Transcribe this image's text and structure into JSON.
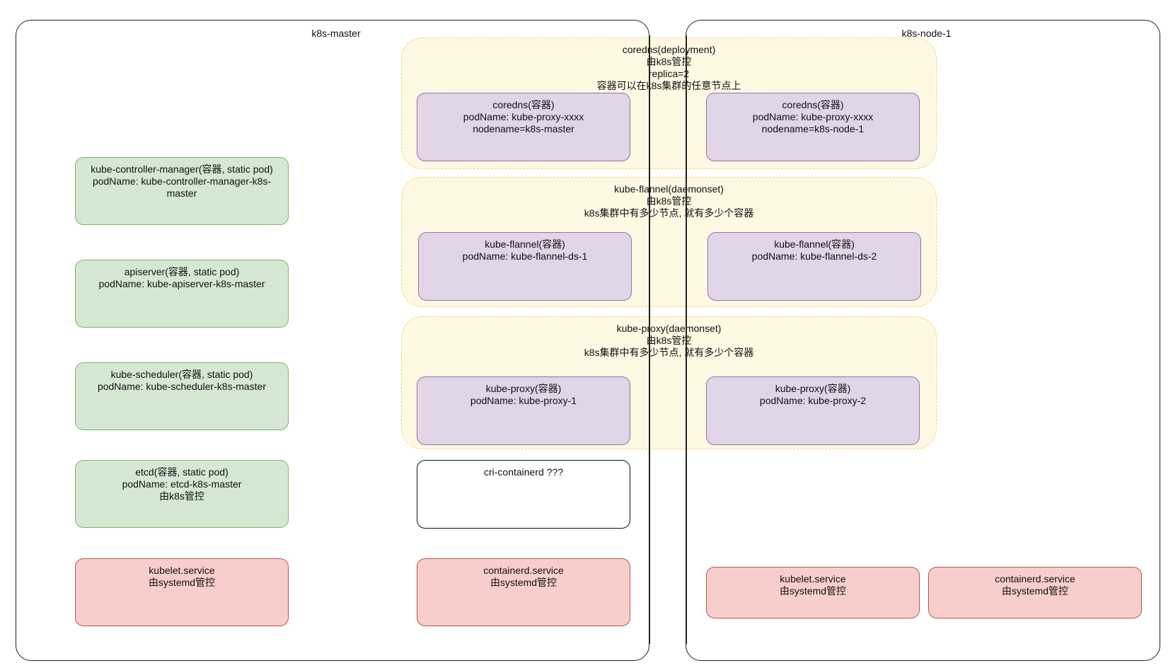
{
  "nodes": {
    "master": {
      "title": "k8s-master"
    },
    "node1": {
      "title": "k8s-node-1"
    }
  },
  "groups": {
    "coredns": {
      "lines": [
        "coredns(deployment)",
        "由k8s管控",
        "replica=2",
        "容器可以在k8s集群的任意节点上"
      ]
    },
    "flannel": {
      "lines": [
        "kube-flannel(daemonset)",
        "由k8s管控",
        "k8s集群中有多少节点, 就有多少个容器"
      ]
    },
    "proxy": {
      "lines": [
        "kube-proxy(daemonset)",
        "由k8s管控",
        "k8s集群中有多少节点, 就有多少个容器"
      ]
    }
  },
  "boxes": {
    "controller_manager": [
      "kube-controller-manager(容器, static pod)",
      "podName: kube-controller-manager-k8s-master"
    ],
    "apiserver": [
      "apiserver(容器, static pod)",
      "podName: kube-apiserver-k8s-master"
    ],
    "scheduler": [
      "kube-scheduler(容器, static pod)",
      "podName: kube-scheduler-k8s-master"
    ],
    "etcd": [
      "etcd(容器, static pod)",
      "podName: etcd-k8s-master",
      "由k8s管控"
    ],
    "kubelet_master": [
      "kubelet.service",
      "由systemd管控"
    ],
    "coredns_master": [
      "coredns(容器)",
      "podName: kube-proxy-xxxx",
      "nodename=k8s-master"
    ],
    "coredns_node1": [
      "coredns(容器)",
      "podName: kube-proxy-xxxx",
      "nodename=k8s-node-1"
    ],
    "flannel_1": [
      "kube-flannel(容器)",
      "podName: kube-flannel-ds-1"
    ],
    "flannel_2": [
      "kube-flannel(容器)",
      "podName: kube-flannel-ds-2"
    ],
    "proxy_1": [
      "kube-proxy(容器)",
      "podName: kube-proxy-1"
    ],
    "proxy_2": [
      "kube-proxy(容器)",
      "podName: kube-proxy-2"
    ],
    "cri_containerd": [
      "cri-containerd ???"
    ],
    "containerd_master": [
      "containerd.service",
      "由systemd管控"
    ],
    "kubelet_node1": [
      "kubelet.service",
      "由systemd管控"
    ],
    "containerd_node1": [
      "containerd.service",
      "由systemd管控"
    ]
  },
  "colors": {
    "static_pod_fill": "#d5e8d4",
    "container_fill": "#e1d5e7",
    "systemd_fill": "#f8cecc",
    "group_fill": "#fff2cc"
  }
}
